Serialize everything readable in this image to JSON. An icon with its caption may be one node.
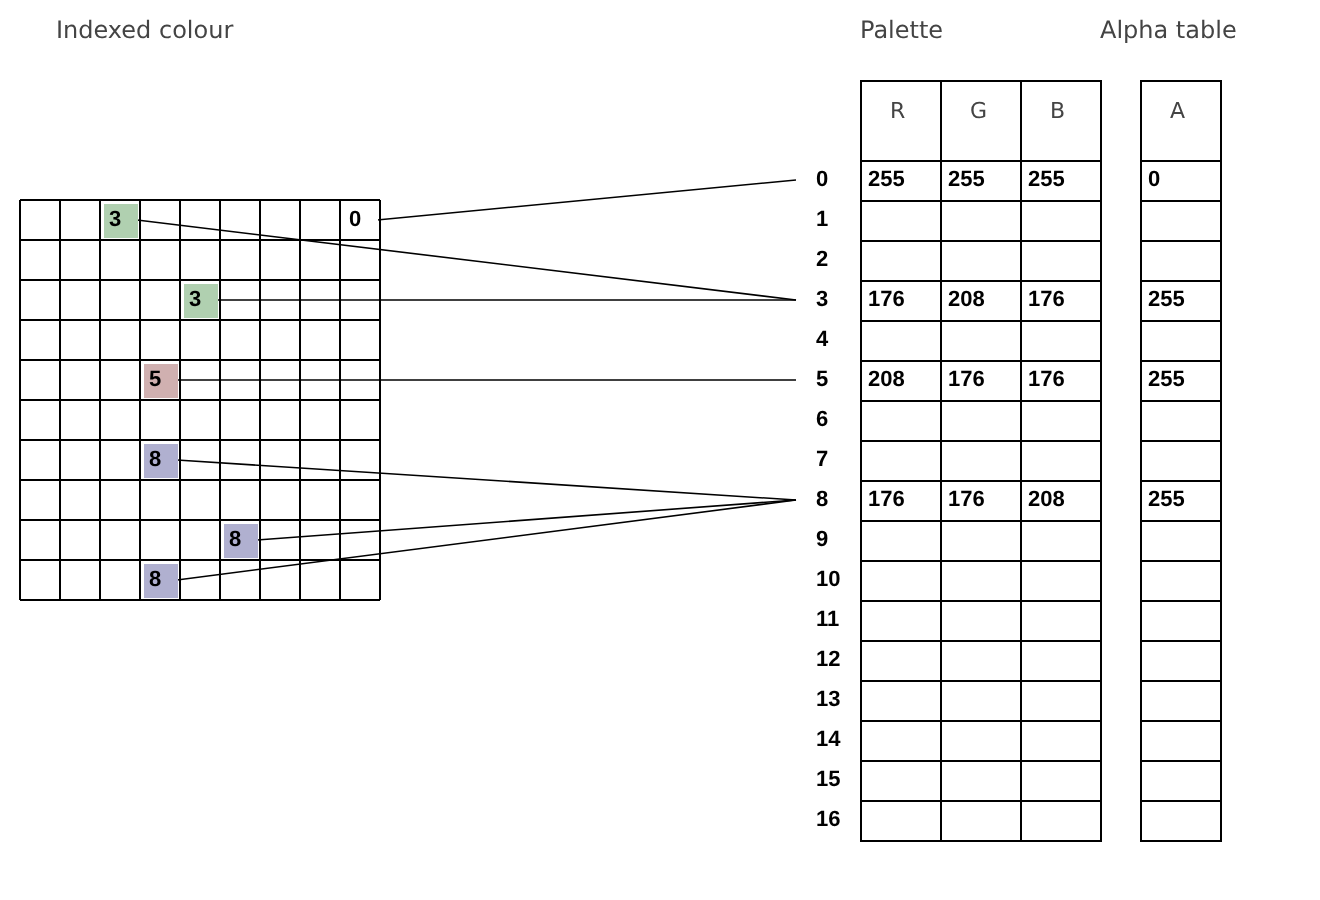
{
  "diagram": {
    "nodes": [
      {
        "text": [
          "3"
        ]
      },
      {
        "text": [
          "0"
        ]
      },
      {
        "text": [
          "3"
        ]
      },
      {
        "text": [
          "5"
        ]
      },
      {
        "text": [
          "8"
        ]
      },
      {
        "text": [
          "8"
        ]
      },
      {
        "text": [
          "8"
        ]
      },
      {
        "text": [
          "0"
        ]
      },
      {
        "text": [
          "1"
        ]
      },
      {
        "text": [
          "2"
        ]
      },
      {
        "text": [
          "3"
        ]
      },
      {
        "text": [
          "4"
        ]
      },
      {
        "text": [
          "5"
        ]
      },
      {
        "text": [
          "6"
        ]
      },
      {
        "text": [
          "7"
        ]
      },
      {
        "text": [
          "8"
        ]
      },
      {
        "text": [
          "9"
        ]
      },
      {
        "text": [
          "10"
        ]
      },
      {
        "text": [
          "11"
        ]
      },
      {
        "text": [
          "12"
        ]
      },
      {
        "text": [
          "13"
        ]
      },
      {
        "text": [
          "14"
        ]
      },
      {
        "text": [
          "15"
        ]
      },
      {
        "text": [
          "16"
        ]
      }
    ],
    "edges": [
      {
        "from": 1,
        "to": 7,
        "arrow": "none"
      },
      {
        "from": 0,
        "to": 10,
        "arrow": "none"
      },
      {
        "from": 2,
        "to": 10,
        "arrow": "none"
      },
      {
        "from": 3,
        "to": 12,
        "arrow": "none"
      },
      {
        "from": 4,
        "to": 15,
        "arrow": "none"
      },
      {
        "from": 5,
        "to": 15,
        "arrow": "none"
      },
      {
        "from": 6,
        "to": 15,
        "arrow": "none"
      }
    ],
    "labels": [
      "Indexed colour",
      "Palette",
      "Alpha table",
      "R",
      "G",
      "B",
      "A",
      "255",
      "255",
      "255",
      "0",
      "176",
      "208",
      "176",
      "255",
      "208",
      "176",
      "176",
      "255",
      "176",
      "176",
      "208",
      "255"
    ]
  }
}
